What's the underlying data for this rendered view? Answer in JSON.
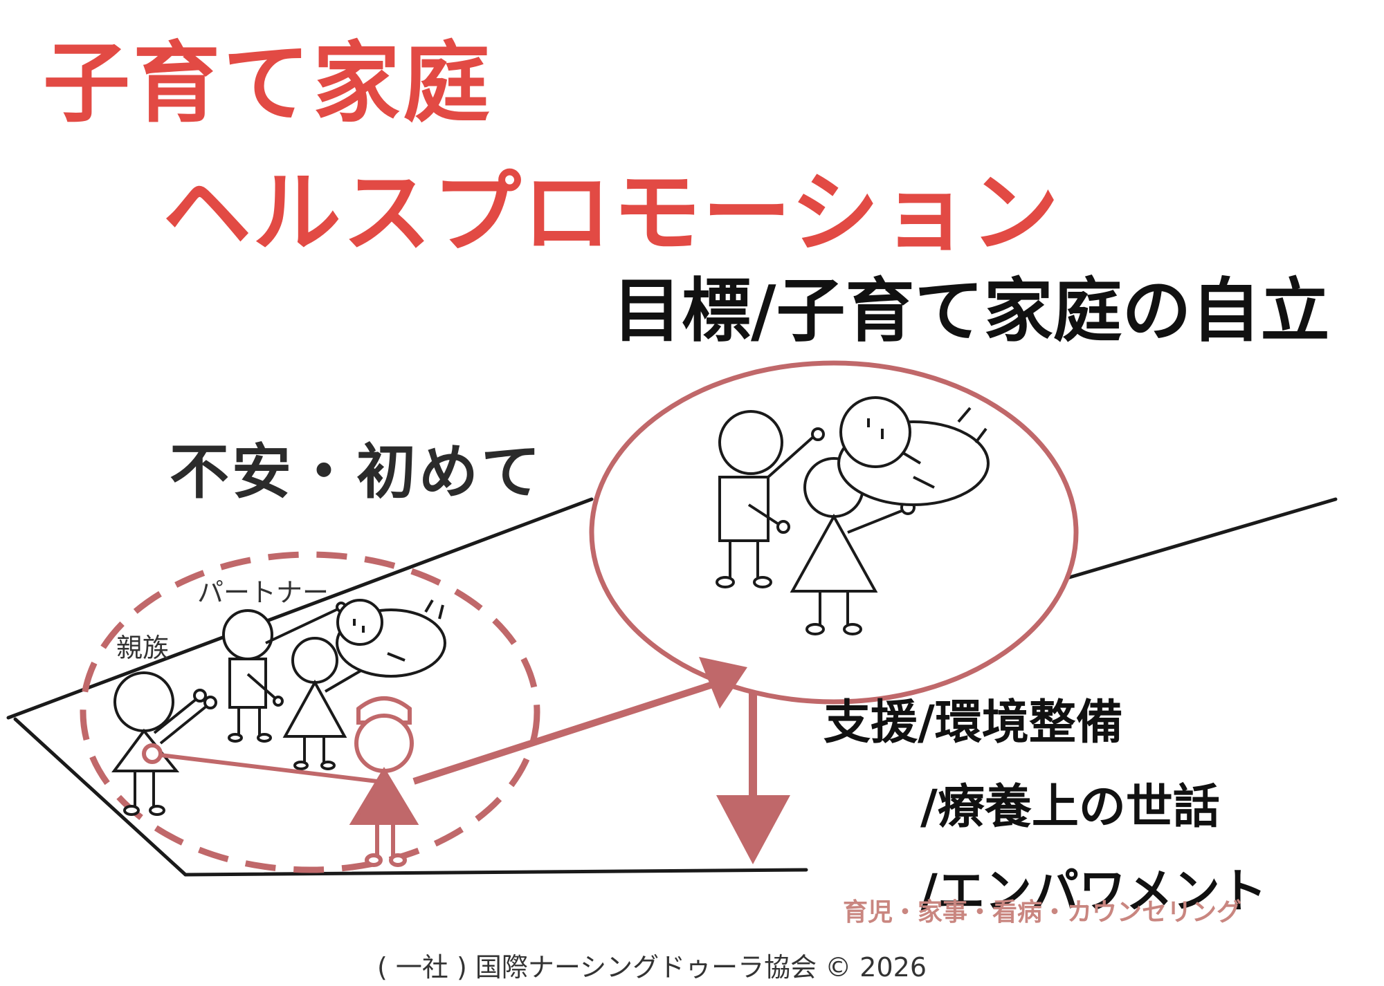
{
  "title": {
    "main": "子育て家庭",
    "sub": "ヘルスプロモーション"
  },
  "goal": "目標/子育て家庭の自立",
  "anxiety_label": "不安・初めて",
  "labels": {
    "partner": "パートナー",
    "relatives": "親族"
  },
  "support": {
    "line1": "支援/環境整備",
    "line2": "/療養上の世話",
    "line3": "/エンパワメント"
  },
  "services": "育児・家事・看病・カウンセリング",
  "footer": "( 一社 ) 国際ナーシングドゥーラ協会 © 2026",
  "colors": {
    "title": "#e24a44",
    "accent": "#c0686a",
    "line": "#1a1a1a"
  }
}
